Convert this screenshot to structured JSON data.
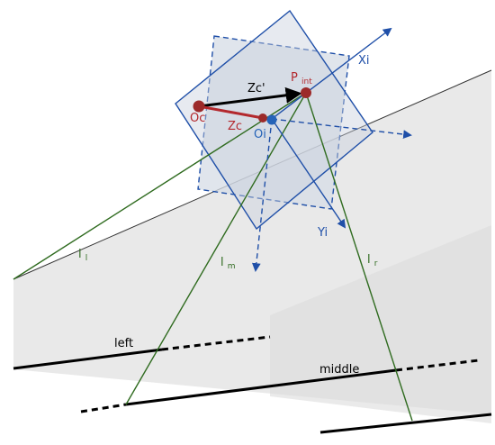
{
  "labels": {
    "xi": "Xi",
    "yi": "Yi",
    "zc_prime": "Zc'",
    "zc": "Zc",
    "oc": "Oc",
    "oi": "Oi",
    "p_int_base": "P",
    "p_int_sub": "int",
    "l_left_base": "l",
    "l_left_sub": "l",
    "l_mid_base": "l",
    "l_mid_sub": "m",
    "l_right_base": "l",
    "l_right_sub": "r",
    "left": "left",
    "middle": "middle"
  },
  "colors": {
    "blue": "#2e5a9c",
    "red": "#b3282d",
    "green": "#2f6b1f",
    "black": "#000000",
    "plane_fill": "#d8dde6",
    "ground_fill": "#e6e6e6"
  }
}
